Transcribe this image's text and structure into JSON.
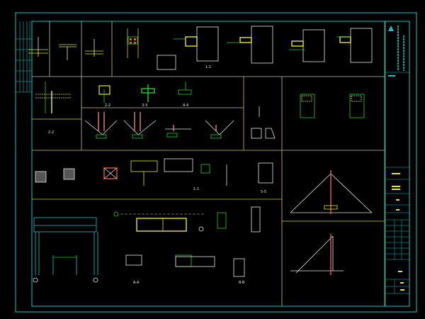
{
  "drawing": {
    "section_labels": {
      "s11a": "1-1",
      "s22": "2-2",
      "s33": "3-3",
      "s44": "4-4",
      "s55": "5-5",
      "saa": "A-A",
      "sbb": "B-B",
      "s11b": "1-1",
      "s22b": "2-2"
    }
  },
  "colors": {
    "frame": "#19c3c3",
    "divider_gray": "#bdbdbd",
    "divider_yellow": "#c8c83c",
    "green": "#22d022",
    "yellow": "#e6e62a",
    "white": "#e8e8e8",
    "magenta": "#d020d0",
    "red": "#e03030"
  }
}
